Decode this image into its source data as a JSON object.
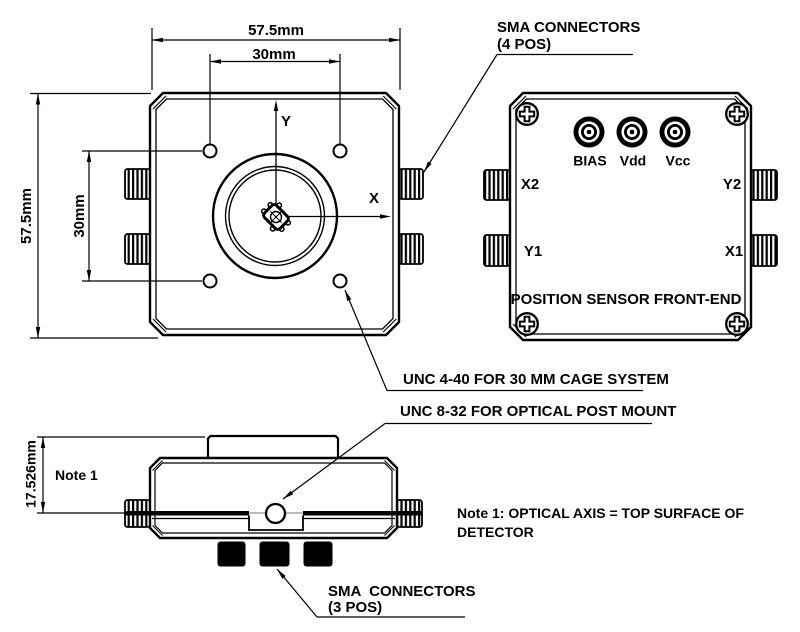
{
  "meta": {
    "background": "#ffffff",
    "line_color": "#000000",
    "drawing_title": "Position sensor front-end mechanical drawing"
  },
  "front_view": {
    "dim_width_outer": "57.5mm",
    "dim_width_inner": "30mm",
    "dim_height_outer": "57.5mm",
    "dim_height_inner": "30mm",
    "axis_x_label": "X",
    "axis_y_label": "Y"
  },
  "face_view": {
    "connector_labels": [
      "BIAS",
      "Vdd",
      "Vcc"
    ],
    "port_top_left": "X2",
    "port_top_right": "Y2",
    "port_bottom_left": "Y1",
    "port_bottom_right": "X1",
    "caption": "POSITION SENSOR FRONT-END"
  },
  "side_view": {
    "dim_height": "17.526mm",
    "note_ref": "Note 1"
  },
  "annotations": {
    "sma4_line1": "SMA CONNECTORS",
    "sma4_line2": "(4 POS)",
    "unc440": "UNC 4-40 FOR 30 MM CAGE SYSTEM",
    "unc832": "UNC 8-32 FOR OPTICAL POST MOUNT",
    "sma3_line1": "SMA  CONNECTORS",
    "sma3_line2": "(3 POS)",
    "note1": "Note 1: OPTICAL AXIS = TOP SURFACE OF\nDETECTOR"
  }
}
